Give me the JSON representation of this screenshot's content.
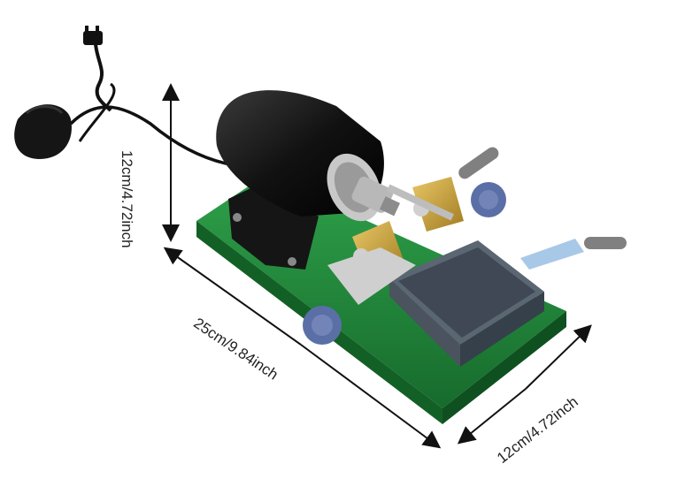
{
  "product": {
    "dimensions": {
      "height": "12cm/4.72inch",
      "length": "25cm/9.84inch",
      "width": "12cm/4.72inch"
    },
    "colors": {
      "base_green": "#1f8a3a",
      "motor_black": "#1a1a1a",
      "brass": "#c9a13b",
      "tray_gray": "#5b6673",
      "knob_blue": "#5a6fa6"
    }
  }
}
